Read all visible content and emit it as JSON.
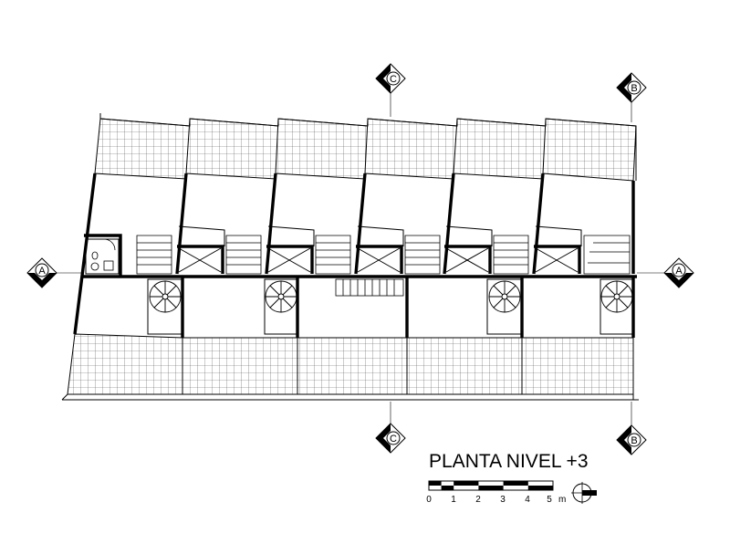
{
  "drawing": {
    "title": "PLANTA NIVEL +3",
    "scale_labels": [
      "0",
      "1",
      "2",
      "3",
      "4",
      "5"
    ],
    "scale_unit": "m"
  },
  "section_marks": {
    "a_left": "A",
    "a_right": "A",
    "c_top": "C",
    "c_bottom": "C",
    "b_top": "B",
    "b_bottom": "B"
  }
}
